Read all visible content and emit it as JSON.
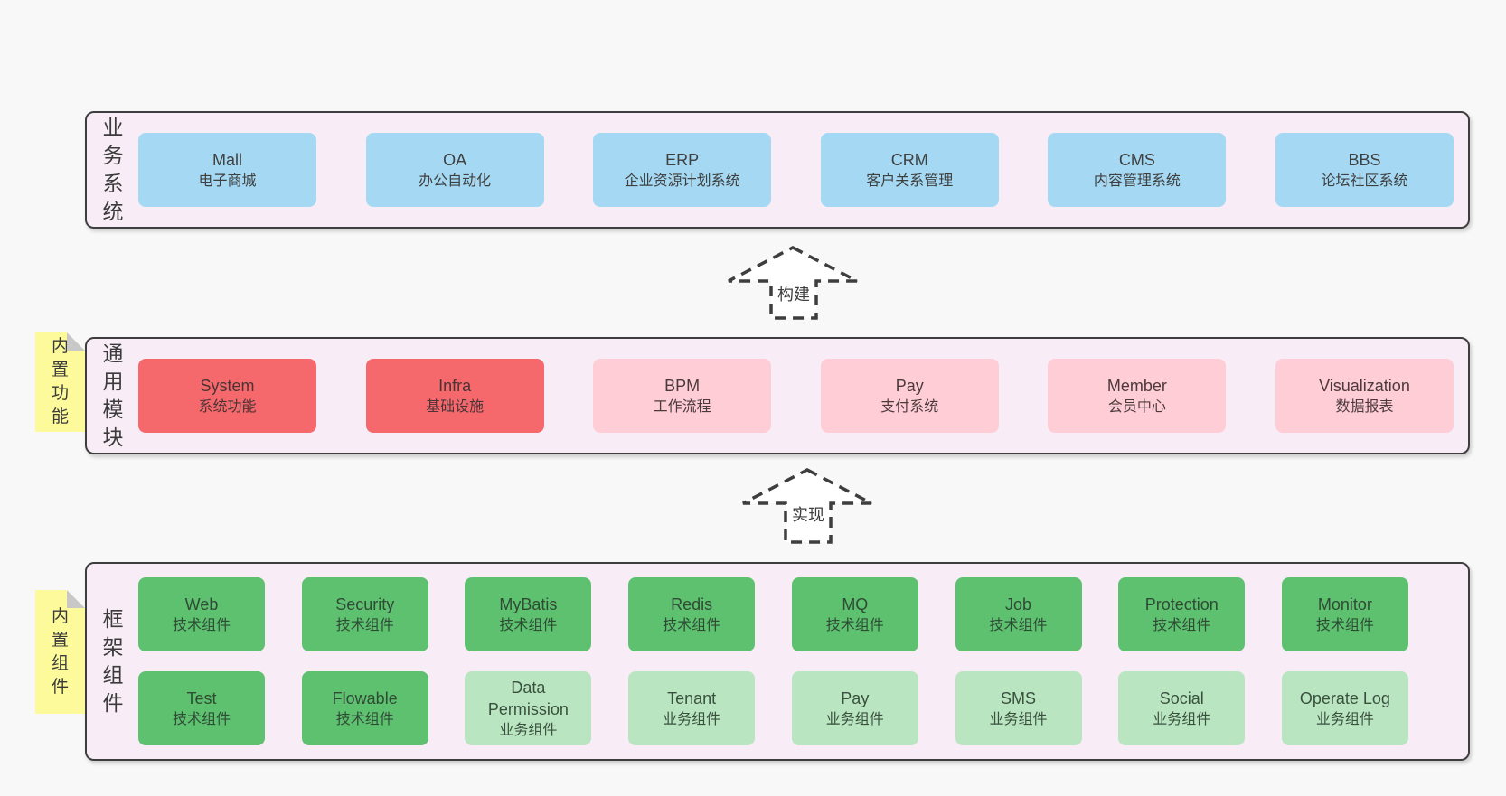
{
  "colors": {
    "page-bg": "#f8f8f8",
    "section-bg": "#f8edf6",
    "border": "#3e3e3e",
    "text": "#3f3f3f",
    "blue": "#a5d9f3",
    "red": "#f5696d",
    "pink": "#ffcdd6",
    "green": "#5ec170",
    "lightgreen": "#bae5c1",
    "note-yellow": "#fcfa9b",
    "note-fold": "#c8c8c8"
  },
  "sections": [
    {
      "id": "business",
      "label": "业务系统",
      "box_width": "w6",
      "rows": [
        [
          {
            "name": "Mall",
            "desc": "电子商城",
            "variant": "blue"
          },
          {
            "name": "OA",
            "desc": "办公自动化",
            "variant": "blue"
          },
          {
            "name": "ERP",
            "desc": "企业资源计划系统",
            "variant": "blue"
          },
          {
            "name": "CRM",
            "desc": "客户关系管理",
            "variant": "blue"
          },
          {
            "name": "CMS",
            "desc": "内容管理系统",
            "variant": "blue"
          },
          {
            "name": "BBS",
            "desc": "论坛社区系统",
            "variant": "blue"
          }
        ]
      ]
    },
    {
      "id": "modules",
      "label": "通用模块",
      "note": "内置功能",
      "box_width": "w6",
      "rows": [
        [
          {
            "name": "System",
            "desc": "系统功能",
            "variant": "red"
          },
          {
            "name": "Infra",
            "desc": "基础设施",
            "variant": "red"
          },
          {
            "name": "BPM",
            "desc": "工作流程",
            "variant": "pink"
          },
          {
            "name": "Pay",
            "desc": "支付系统",
            "variant": "pink"
          },
          {
            "name": "Member",
            "desc": "会员中心",
            "variant": "pink"
          },
          {
            "name": "Visualization",
            "desc": "数据报表",
            "variant": "pink"
          }
        ]
      ]
    },
    {
      "id": "components",
      "label": "框架组件",
      "note": "内置组件",
      "box_width": "w8",
      "rows": [
        [
          {
            "name": "Web",
            "desc": "技术组件",
            "variant": "green"
          },
          {
            "name": "Security",
            "desc": "技术组件",
            "variant": "green"
          },
          {
            "name": "MyBatis",
            "desc": "技术组件",
            "variant": "green"
          },
          {
            "name": "Redis",
            "desc": "技术组件",
            "variant": "green"
          },
          {
            "name": "MQ",
            "desc": "技术组件",
            "variant": "green"
          },
          {
            "name": "Job",
            "desc": "技术组件",
            "variant": "green"
          },
          {
            "name": "Protection",
            "desc": "技术组件",
            "variant": "green"
          },
          {
            "name": "Monitor",
            "desc": "技术组件",
            "variant": "green"
          }
        ],
        [
          {
            "name": "Test",
            "desc": "技术组件",
            "variant": "green"
          },
          {
            "name": "Flowable",
            "desc": "技术组件",
            "variant": "green"
          },
          {
            "name": "Data Permission",
            "desc": "业务组件",
            "variant": "lightgreen"
          },
          {
            "name": "Tenant",
            "desc": "业务组件",
            "variant": "lightgreen"
          },
          {
            "name": "Pay",
            "desc": "业务组件",
            "variant": "lightgreen"
          },
          {
            "name": "SMS",
            "desc": "业务组件",
            "variant": "lightgreen"
          },
          {
            "name": "Social",
            "desc": "业务组件",
            "variant": "lightgreen"
          },
          {
            "name": "Operate Log",
            "desc": "业务组件",
            "variant": "lightgreen"
          }
        ]
      ]
    }
  ],
  "arrows": [
    {
      "label": "构建"
    },
    {
      "label": "实现"
    }
  ]
}
